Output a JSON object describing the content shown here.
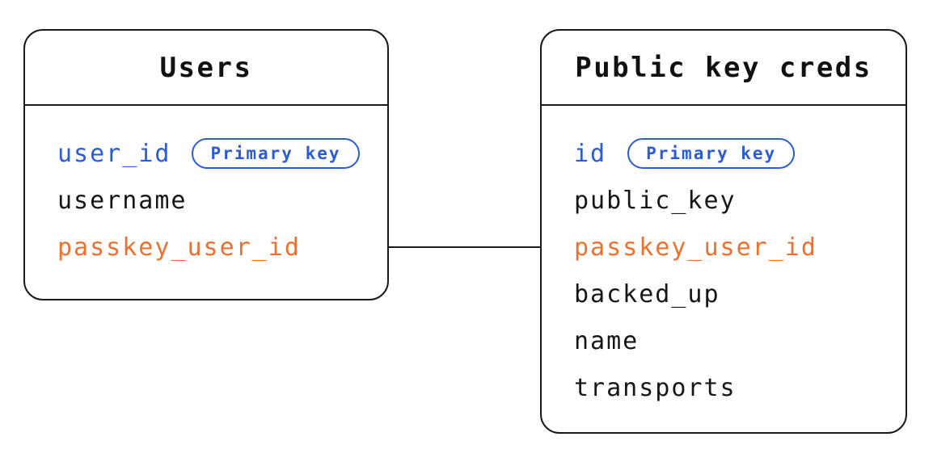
{
  "canvas": {
    "background": "#ffffff"
  },
  "colors": {
    "border": "#1a1a1a",
    "field_default": "#161616",
    "primary_key_blue": "#2b5cd6",
    "linked_field_orange": "#ed702e"
  },
  "tables": [
    {
      "title": "Users",
      "fields": [
        {
          "name": "user_id",
          "badge": "Primary key"
        },
        {
          "name": "username"
        },
        {
          "name": "passkey_user_id"
        }
      ]
    },
    {
      "title": "Public key creds",
      "fields": [
        {
          "name": "id",
          "badge": "Primary key"
        },
        {
          "name": "public_key"
        },
        {
          "name": "passkey_user_id"
        },
        {
          "name": "backed_up"
        },
        {
          "name": "name"
        },
        {
          "name": "transports"
        }
      ]
    }
  ],
  "relationship": {
    "connects": [
      "Users.passkey_user_id",
      "Public key creds.passkey_user_id"
    ]
  }
}
